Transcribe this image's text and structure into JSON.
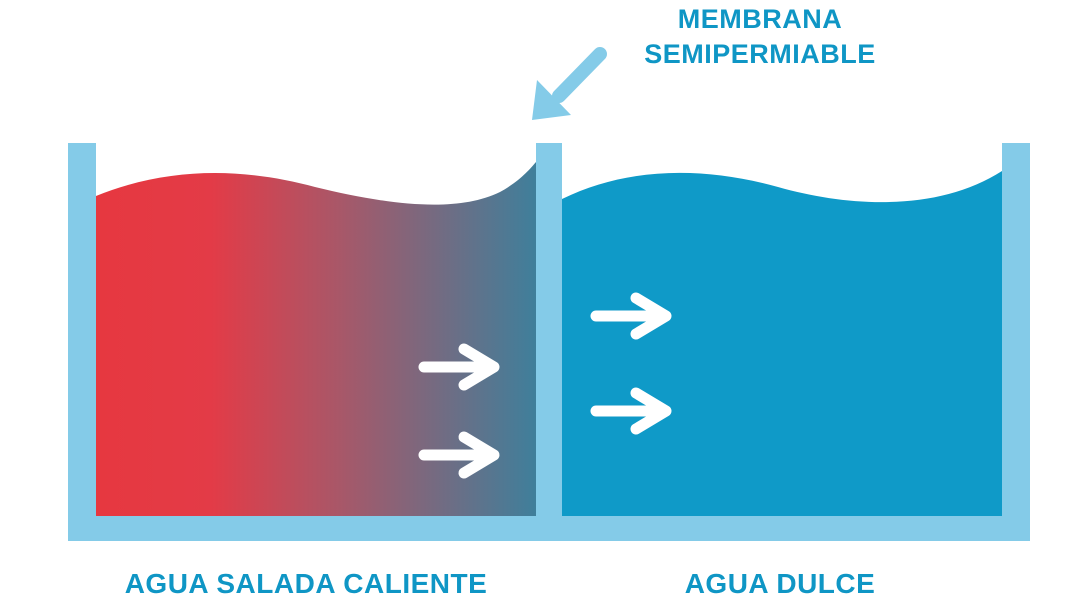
{
  "labels": {
    "membrane_line1": "MEMBRANA",
    "membrane_line2": "SEMIPERMIABLE",
    "left_tank": "AGUA SALADA CALIENTE",
    "right_tank": "AGUA DULCE"
  },
  "colors": {
    "container": "#84cbe8",
    "hot_salt_water_start": "#e63840",
    "hot_salt_water_end": "#3f7f9b",
    "fresh_water": "#0f9ac8",
    "label_text": "#0f96c5",
    "arrows": "#ffffff"
  },
  "icons": {
    "membrane_pointer": "arrow-down-left-icon",
    "flow_arrows": "arrow-right-icon"
  }
}
